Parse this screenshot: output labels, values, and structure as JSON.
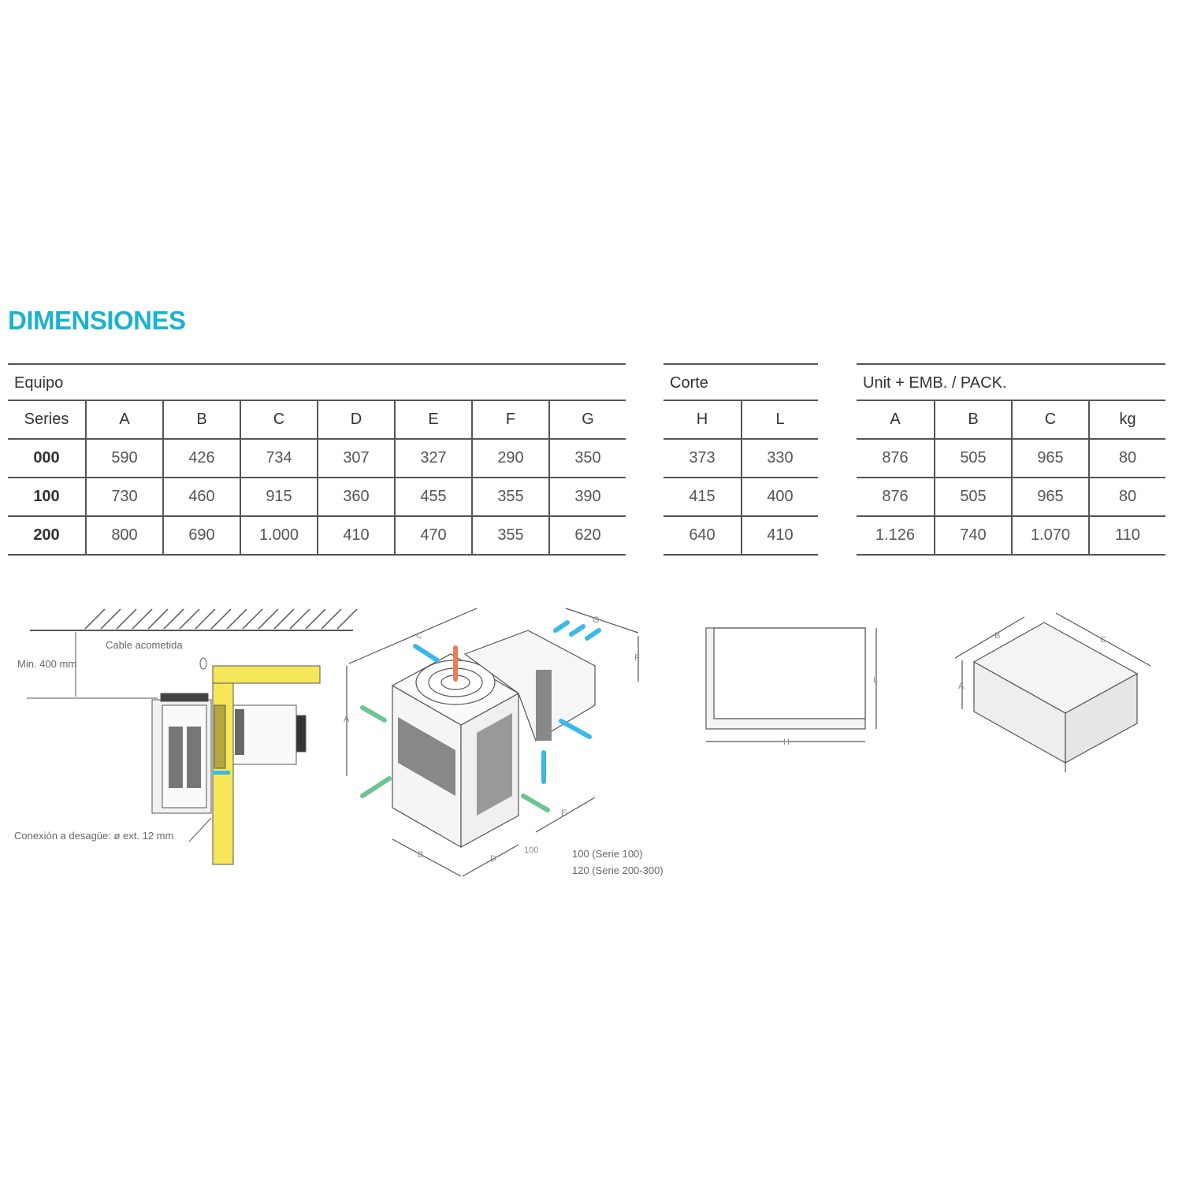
{
  "title": "DIMENSIONES",
  "equipo": {
    "caption": "Equipo",
    "headers": [
      "Series",
      "A",
      "B",
      "C",
      "D",
      "E",
      "F",
      "G"
    ],
    "rows": [
      [
        "000",
        "590",
        "426",
        "734",
        "307",
        "327",
        "290",
        "350"
      ],
      [
        "100",
        "730",
        "460",
        "915",
        "360",
        "455",
        "355",
        "390"
      ],
      [
        "200",
        "800",
        "690",
        "1.000",
        "410",
        "470",
        "355",
        "620"
      ]
    ]
  },
  "corte": {
    "caption": "Corte",
    "headers": [
      "H",
      "L"
    ],
    "rows": [
      [
        "373",
        "330"
      ],
      [
        "415",
        "400"
      ],
      [
        "640",
        "410"
      ]
    ]
  },
  "pack": {
    "caption": "Unit + EMB. / PACK.",
    "headers": [
      "A",
      "B",
      "C",
      "kg"
    ],
    "rows": [
      [
        "876",
        "505",
        "965",
        "80"
      ],
      [
        "876",
        "505",
        "965",
        "80"
      ],
      [
        "1.126",
        "740",
        "1.070",
        "110"
      ]
    ]
  },
  "diagrams": {
    "install": {
      "min_height": "Min. 400 mm",
      "cable": "Cable acometida",
      "drain": "Conexión a desagüe: ø ext. 12 mm"
    },
    "unit": {
      "labels": {
        "a": "A",
        "b": "B",
        "c": "C",
        "d": "D",
        "e": "E",
        "f": "F",
        "g": "G"
      },
      "gap": "100",
      "note1": "100 (Serie 100)",
      "note2": "120 (Serie 200-300)"
    },
    "cutout": {
      "h": "H",
      "l": "L"
    },
    "package": {
      "a": "A",
      "b": "B",
      "c": "C"
    }
  },
  "colors": {
    "accent": "#1bb3cc",
    "air_in_cold": "#3bb8ea",
    "air_in_hot": "#6cc490",
    "air_out": "#f07a5a",
    "wall": "#f6e65a"
  }
}
